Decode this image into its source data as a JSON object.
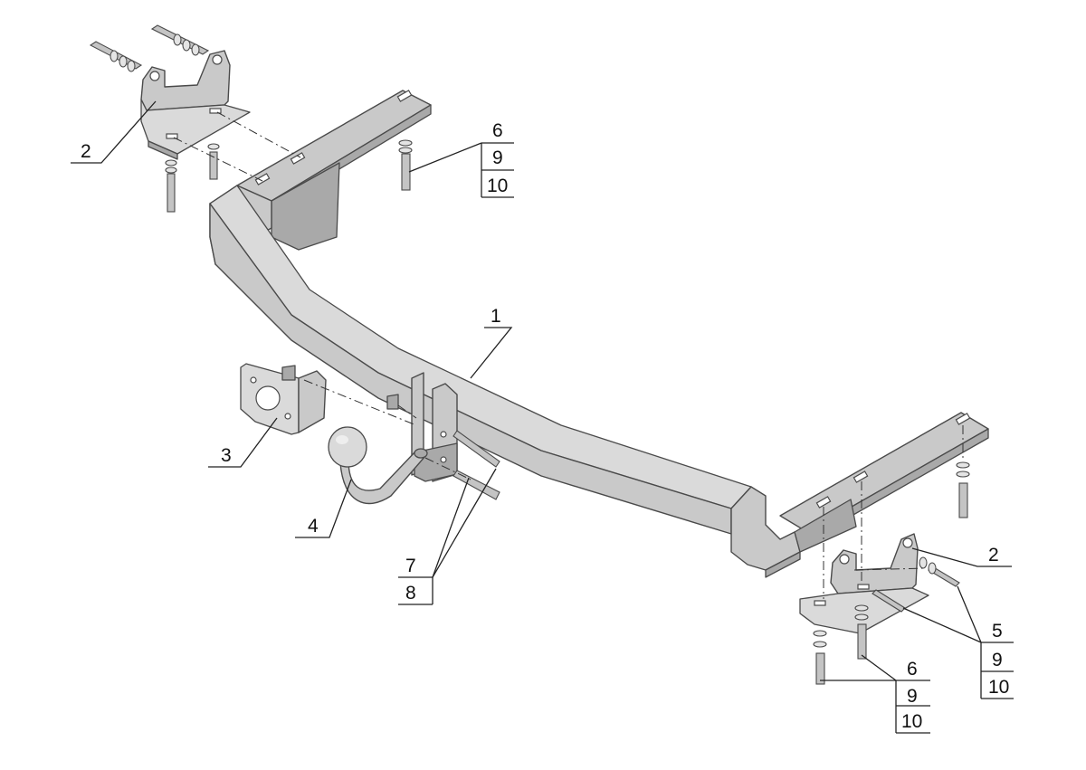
{
  "callouts": {
    "beam": "1",
    "bracket_left": "2",
    "bracket_right": "2",
    "socket_plate": "3",
    "ball_neck": "4",
    "group_top_right": [
      "6",
      "9",
      "10"
    ],
    "group_center": [
      "7",
      "8"
    ],
    "group_right_upper": [
      "5",
      "9",
      "10"
    ],
    "group_right_lower": [
      "6",
      "9",
      "10"
    ]
  }
}
